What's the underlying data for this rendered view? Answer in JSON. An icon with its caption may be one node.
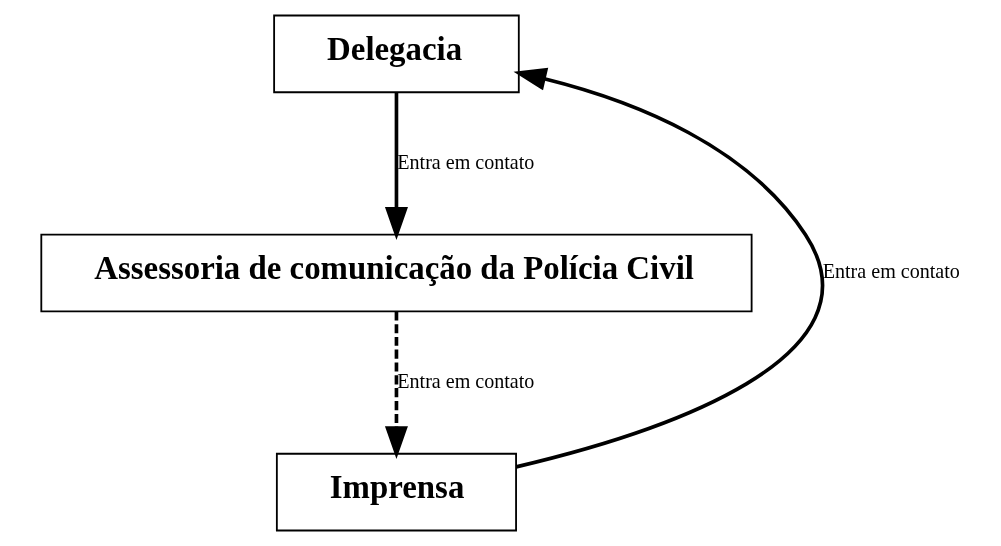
{
  "diagram": {
    "nodes": [
      {
        "text": [
          "Delegacia"
        ]
      },
      {
        "text": [
          "Assessoria de comunicação da Polícia Civil"
        ]
      },
      {
        "text": [
          "Imprensa"
        ]
      }
    ],
    "edges": [
      {
        "from": 0,
        "to": 1,
        "arrow": "to",
        "label": "Entra em contato"
      },
      {
        "from": 1,
        "to": 2,
        "arrow": "to",
        "label": "Entra em contato",
        "style": "dashed"
      },
      {
        "from": 2,
        "to": 0,
        "arrow": "to",
        "label": "Entra em contato"
      }
    ]
  }
}
